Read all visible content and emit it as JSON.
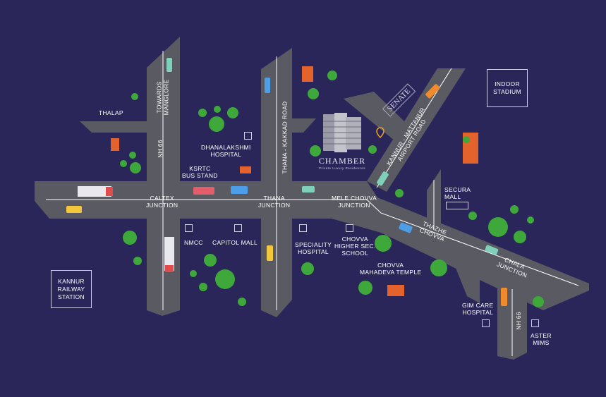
{
  "labels": {
    "thalap": "THALAP",
    "towards_manglore": [
      "TOWARDS",
      "MANGLORE"
    ],
    "nh66_top": "NH 66",
    "dhanalakshmi": [
      "DHANALAKSHMI",
      "HOSPITAL"
    ],
    "ksrtc": [
      "KSRTC",
      "BUS STAND"
    ],
    "thana_road": "THANA - KAKKAD ROAD",
    "kannur_airport": [
      "KANNUR - MATTANUR",
      "AIRPORT ROAD"
    ],
    "indoor_stadium": [
      "INDOOR",
      "STADIUM"
    ],
    "caltex": [
      "CALTEX",
      "JUNCTION"
    ],
    "thana_jn": [
      "THANA",
      "JUNCTION"
    ],
    "mele_chovva": [
      "MELE CHOVVA",
      "JUNCTION"
    ],
    "secura": [
      "SECURA",
      "MALL"
    ],
    "nmcc": "NMCC",
    "capitol": "CAPITOL MALL",
    "speciality": [
      "SPECIALITY",
      "HOSPITAL"
    ],
    "chovva_school": [
      "CHOVVA",
      "HIGHER SEC.",
      "SCHOOL"
    ],
    "thazhe": [
      "THAZHE",
      "CHOVVA"
    ],
    "chala": [
      "CHALA",
      "JUNCTION"
    ],
    "mahadeva": [
      "CHOVVA",
      "MAHADEVA TEMPLE"
    ],
    "railway": [
      "KANNUR",
      "RAILWAY",
      "STATION"
    ],
    "gim": [
      "GIM CARE",
      "HOSPITAL"
    ],
    "nh66_bottom": "NH 66",
    "aster": [
      "ASTER",
      "MIMS"
    ]
  },
  "project": {
    "name": "CHAMBER",
    "tagline": "Private Luxury Residences"
  },
  "landmark_logo": "SENATE",
  "colors": {
    "background": "#2a2659",
    "road": "#5a5a63",
    "road_line": "#ffffff",
    "tree": "#3fa83a",
    "building_orange": "#e4622c",
    "marker": "#f2a51c"
  },
  "icons": [
    "location-pin-icon",
    "tree-icon",
    "car-icon",
    "truck-icon",
    "building-icon"
  ]
}
